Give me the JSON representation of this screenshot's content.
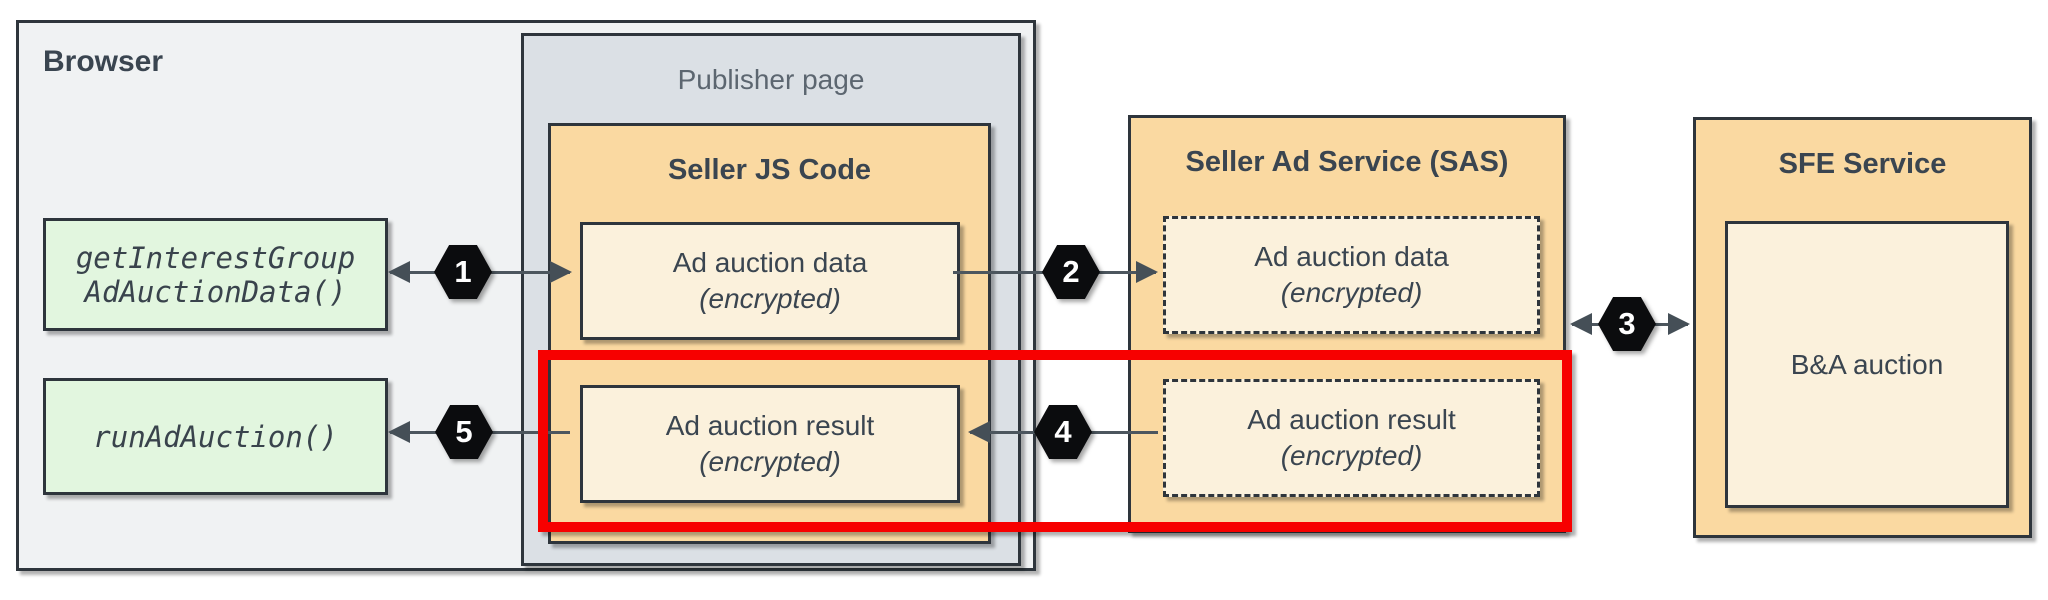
{
  "browser": {
    "title": "Browser",
    "api_calls": {
      "get_interest_group": {
        "line1": "getInterestGroup",
        "line2": "AdAuctionData()"
      },
      "run_ad_auction": {
        "label": "runAdAuction()"
      }
    }
  },
  "publisher": {
    "title": "Publisher page"
  },
  "seller_js": {
    "title": "Seller JS Code",
    "data_box": {
      "line1": "Ad auction data",
      "line2": "(encrypted)"
    },
    "result_box": {
      "line1": "Ad auction result",
      "line2": "(encrypted)"
    }
  },
  "sas": {
    "title": "Seller Ad Service (SAS)",
    "data_box": {
      "line1": "Ad auction data",
      "line2": "(encrypted)"
    },
    "result_box": {
      "line1": "Ad auction result",
      "line2": "(encrypted)"
    }
  },
  "sfe": {
    "title": "SFE Service",
    "auction_box": {
      "label": "B&A auction"
    }
  },
  "steps": {
    "s1": "1",
    "s2": "2",
    "s3": "3",
    "s4": "4",
    "s5": "5"
  },
  "colors": {
    "service_orange": "#fad9a1",
    "inner_cream": "#fbf1dc",
    "api_green": "#e2f6df",
    "browser_bg": "#f0f2f3",
    "publisher_bg": "#dbe0e5",
    "border_dark": "#2e353c",
    "text_dark": "#3a4550",
    "text_muted": "#5c6670",
    "highlight_red": "#f70000",
    "badge_bg": "#0b0c0e",
    "badge_text": "#ffffff",
    "arrow_gray": "#4c565e"
  }
}
